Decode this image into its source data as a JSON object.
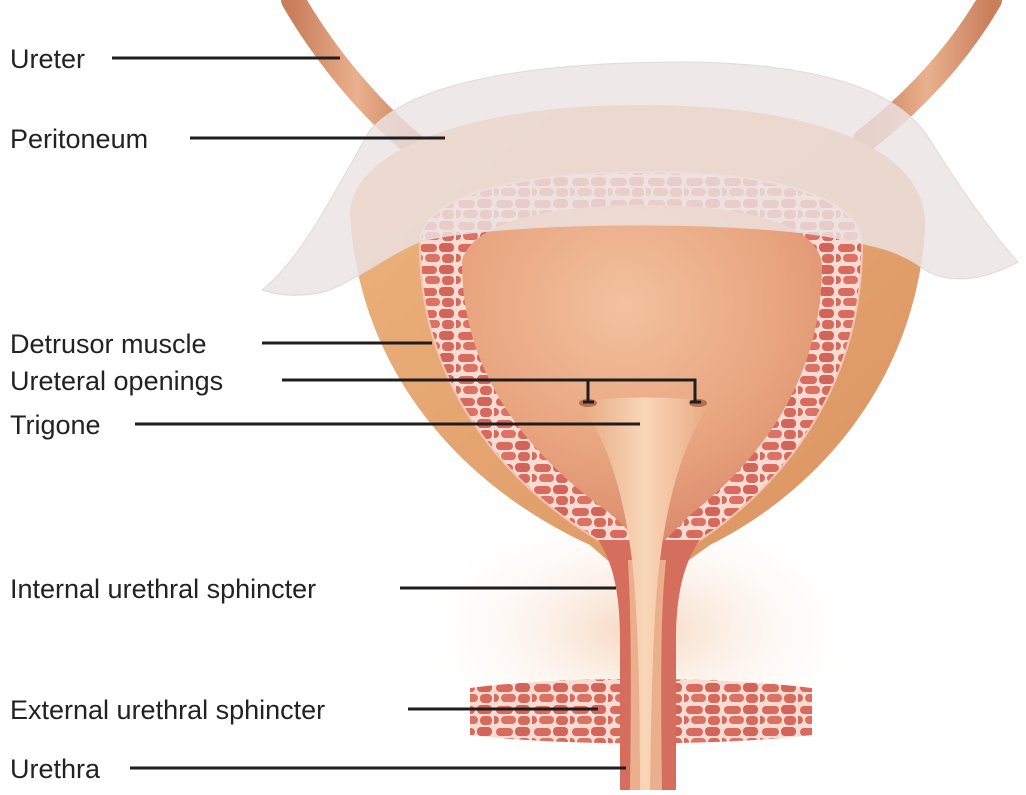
{
  "labels": {
    "ureter": "Ureter",
    "peritoneum": "Peritoneum",
    "detrusor_muscle": "Detrusor muscle",
    "ureteral_openings": "Ureteral openings",
    "trigone": "Trigone",
    "internal_urethral_sphincter": "Internal urethral sphincter",
    "external_urethral_sphincter": "External urethral sphincter",
    "urethra": "Urethra"
  },
  "colors": {
    "ureter": "#dc9872",
    "peritoneum": "#ebe3e3",
    "bladder_wall": "#e6a774",
    "muscle": "#d56a5e",
    "muscle_gap": "#f9ded6",
    "lumen": "#e39a73",
    "trigone": "#f5c9a4",
    "urethra": "#eab08d",
    "leader": "#1e1e1e",
    "text": "#222222"
  }
}
